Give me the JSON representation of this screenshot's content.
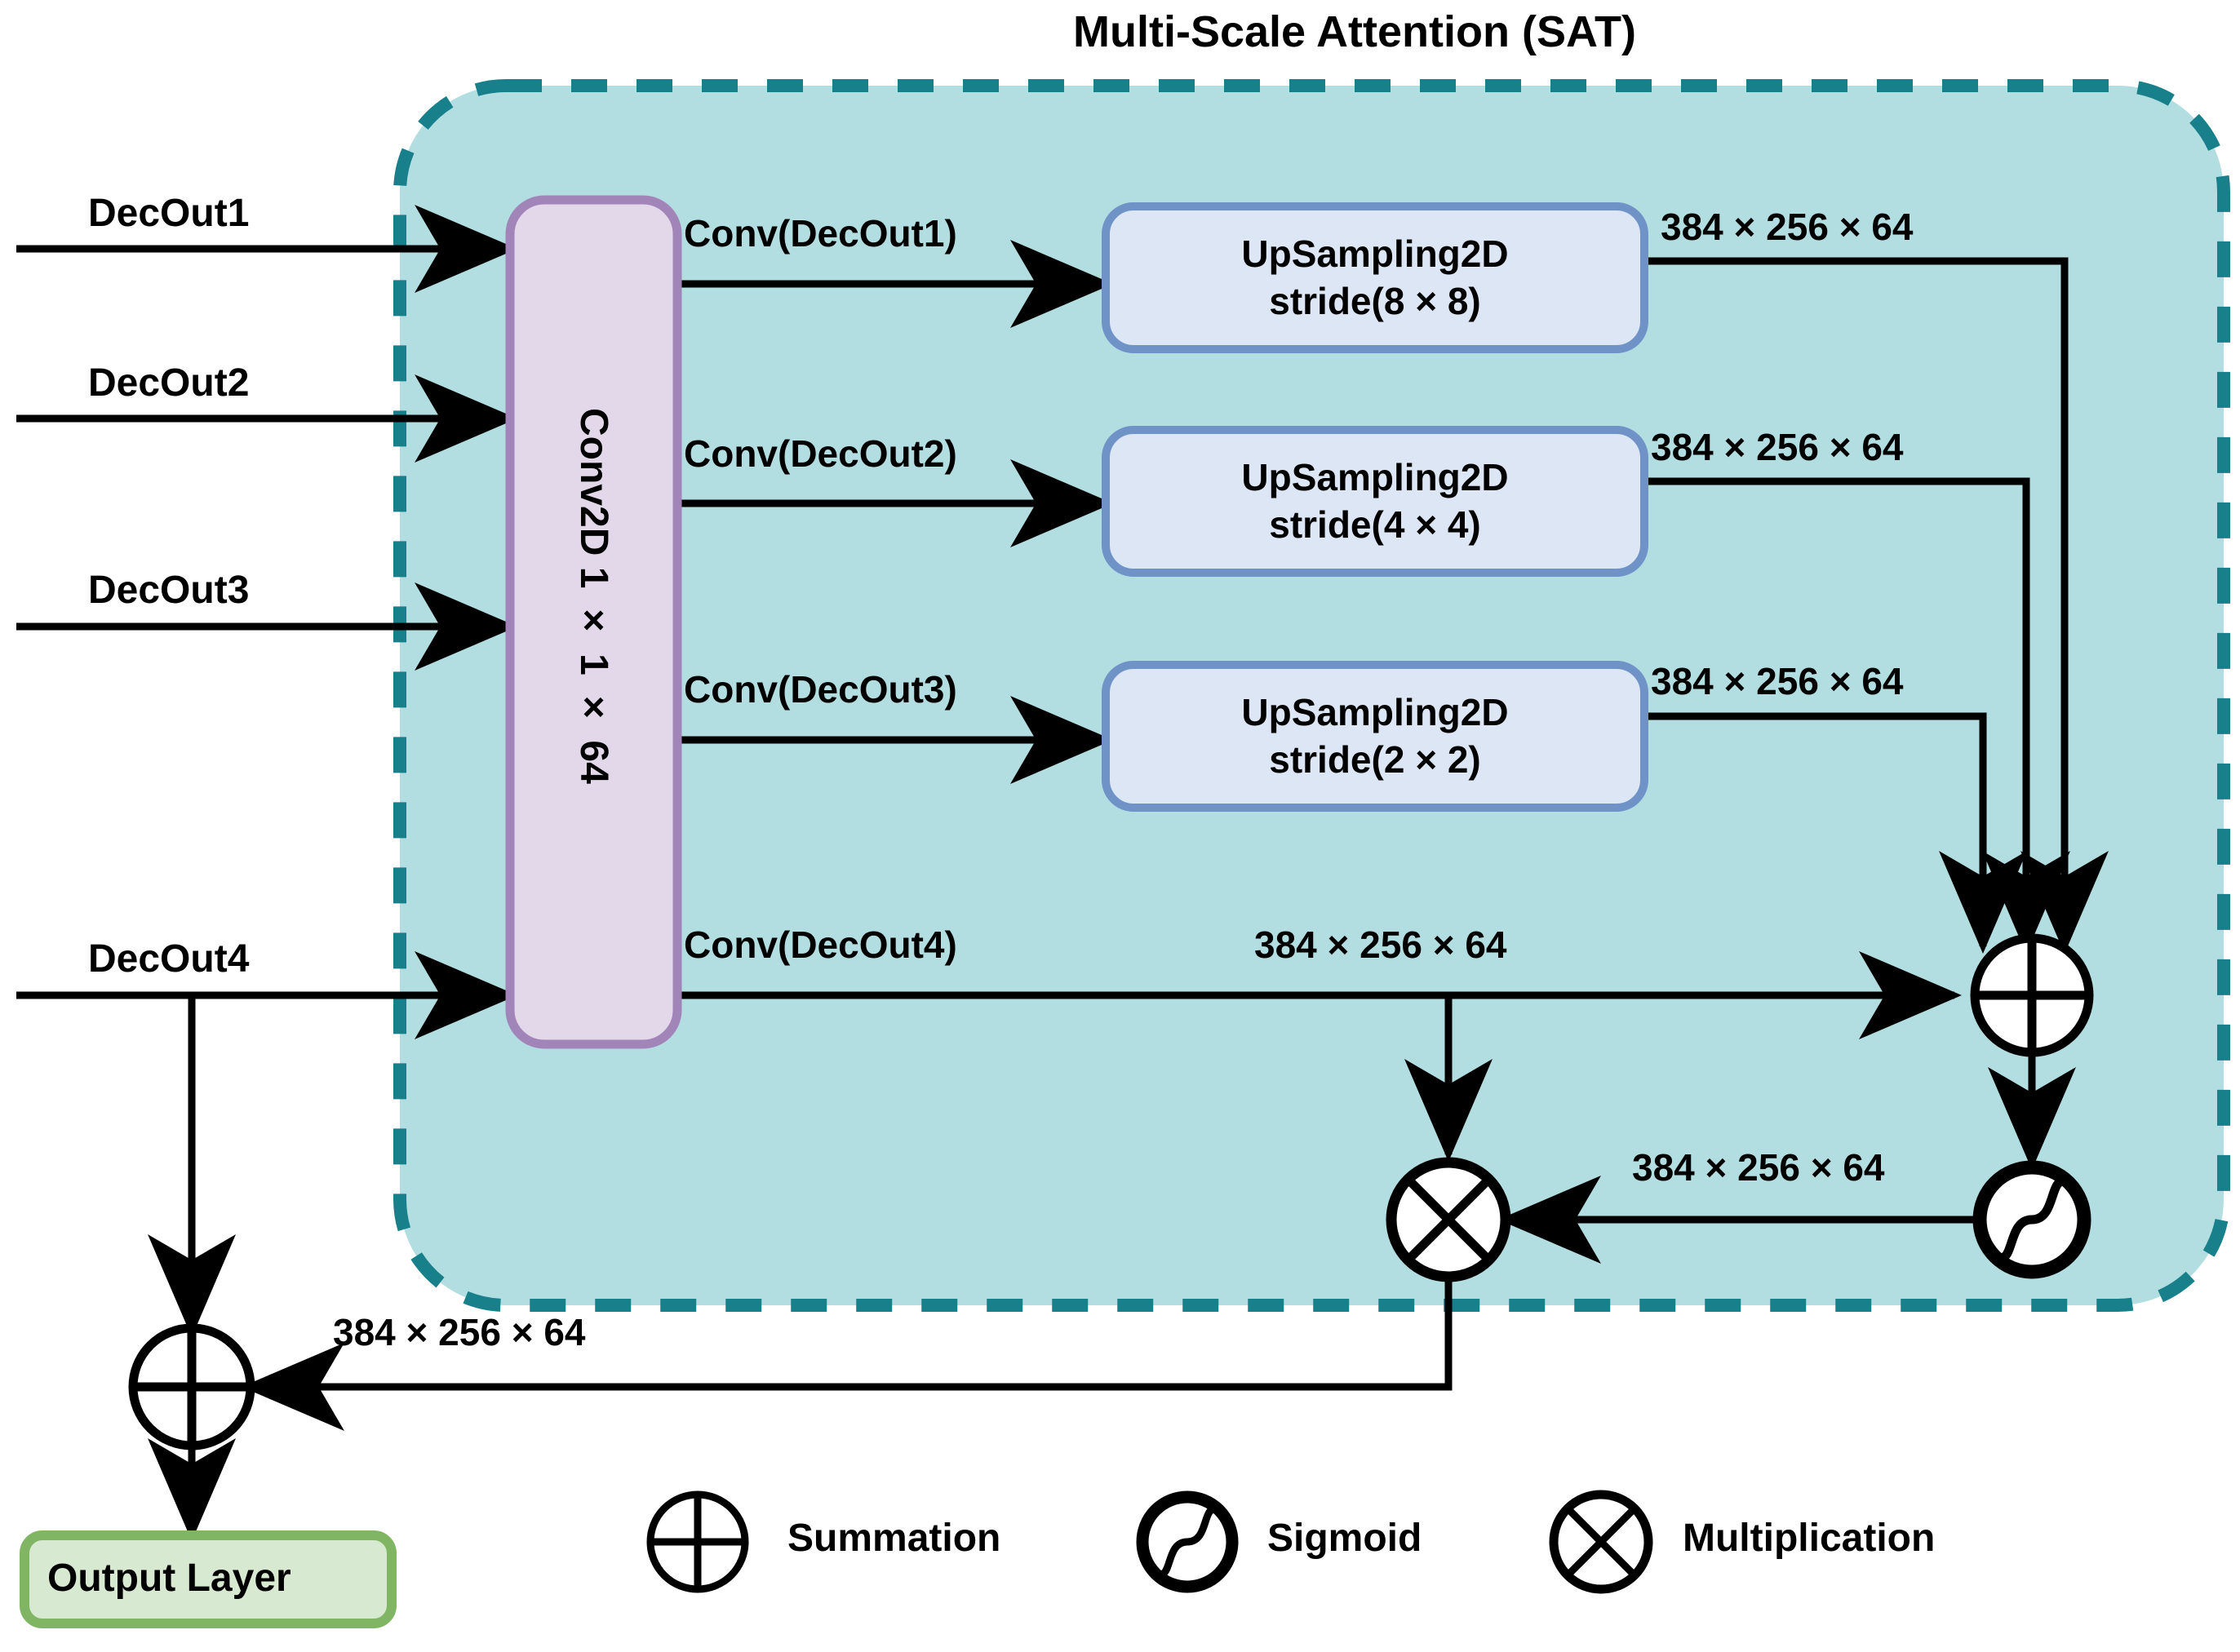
{
  "diagram": {
    "title": "Multi-Scale Attention (SAT)",
    "colors": {
      "sat_fill": "#b3dee1",
      "sat_border": "#17808a",
      "conv_fill": "#e2d8e9",
      "conv_border": "#a285b8",
      "upsample_fill": "#dce6f4",
      "upsample_border": "#6f93c7",
      "output_fill": "#d7e9d0",
      "output_border": "#80b564",
      "line": "#000000"
    },
    "inputs": [
      {
        "label": "DecOut1"
      },
      {
        "label": "DecOut2"
      },
      {
        "label": "DecOut3"
      },
      {
        "label": "DecOut4"
      }
    ],
    "conv_block": {
      "label": "Conv2D 1 × 1 × 64"
    },
    "branches": [
      {
        "conv_label": "Conv(DecOut1)",
        "upsample_title": "UpSampling2D",
        "upsample_stride": "stride(8 × 8)",
        "dim": "384 × 256 × 64"
      },
      {
        "conv_label": "Conv(DecOut2)",
        "upsample_title": "UpSampling2D",
        "upsample_stride": "stride(4 × 4)",
        "dim": "384 × 256 × 64"
      },
      {
        "conv_label": "Conv(DecOut3)",
        "upsample_title": "UpSampling2D",
        "upsample_stride": "stride(2 × 2)",
        "dim": "384 × 256 × 64"
      }
    ],
    "skip_branch": {
      "conv_label": "Conv(DecOut4)",
      "dim": "384 × 256 × 64"
    },
    "sigmoid_dim": "384 × 256 × 64",
    "attention_out_dim": "384 × 256 × 64",
    "output_layer": {
      "label": "Output Layer"
    },
    "operators": {
      "summation": "summation-icon",
      "sigmoid": "sigmoid-icon",
      "multiplication": "multiplication-icon"
    },
    "legend": [
      {
        "icon": "summation-icon",
        "label": "Summation"
      },
      {
        "icon": "sigmoid-icon",
        "label": "Sigmoid"
      },
      {
        "icon": "multiplication-icon",
        "label": "Multiplication"
      }
    ]
  }
}
